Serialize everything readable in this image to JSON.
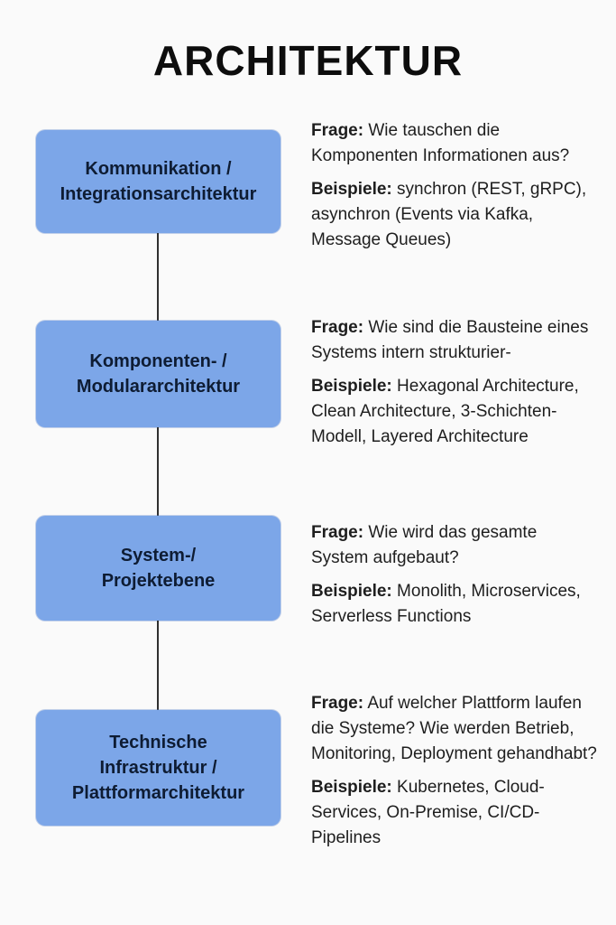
{
  "title": "ARCHITEKTUR",
  "colors": {
    "background": "#fafafa",
    "box_bg": "#7ca6e8",
    "box_text": "#0e1c33",
    "connector": "#2f2f2f",
    "body_text": "#1e1e1e"
  },
  "rows": [
    {
      "box": "Kommunikation /\nIntegrationsarchitektur",
      "frage": {
        "label": "Frage:",
        "text": "Wie tauschen die Komponenten Informationen aus?"
      },
      "beispiele": {
        "label": "Beispiele:",
        "text": "synchron (REST, gRPC), asynchron (Events via Kafka, Message Queues)"
      }
    },
    {
      "box": "Komponenten- /\nModulararchitektur",
      "frage": {
        "label": "Frage:",
        "text": "Wie sind die Bausteine eines Systems intern strukturier-"
      },
      "beispiele": {
        "label": "Beispiele:",
        "text": "Hexagonal Architecture, Clean Architecture, 3-Schichten-Modell, Layered Architecture"
      }
    },
    {
      "box": "System-/\nProjektebene",
      "frage": {
        "label": "Frage:",
        "text": "Wie wird das gesamte System aufgebaut?"
      },
      "beispiele": {
        "label": "Beispiele:",
        "text": "Monolith, Microservices, Serverless Functions"
      }
    },
    {
      "box": "Technische\nInfrastruktur /\nPlattformarchitektur",
      "frage": {
        "label": "Frage:",
        "text": "Auf welcher Plattform laufen die Systeme? Wie werden Betrieb, Monitoring, Deployment gehandhabt?"
      },
      "beispiele": {
        "label": "Beispiele:",
        "text": "Kubernetes, Cloud-Services, On-Premise, CI/CD-Pipelines"
      }
    }
  ]
}
